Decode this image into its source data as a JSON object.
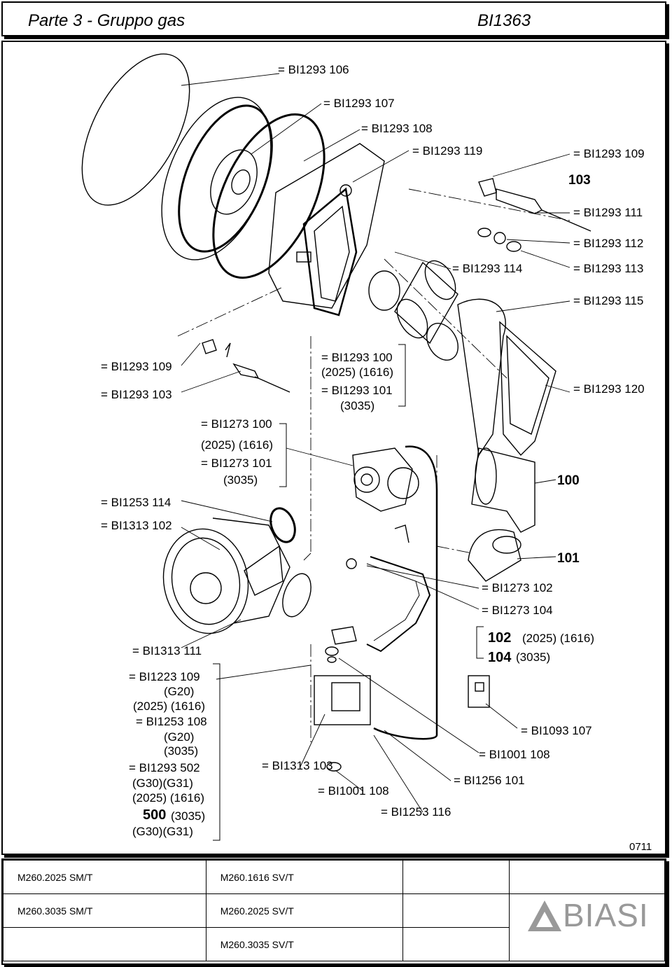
{
  "header": {
    "title": "Parte 3 - Gruppo gas",
    "code": "BI1363"
  },
  "labels": {
    "l1": "= BI1293 106",
    "l2": "= BI1293 107",
    "l3": "= BI1293 108",
    "l4": "= BI1293 119",
    "l5": "= BI1293 109",
    "l6": "103",
    "l7": "= BI1293 111",
    "l8": "= BI1293 112",
    "l9": "= BI1293 114",
    "l10": "= BI1293 113",
    "l11": "= BI1293 115",
    "l12": "= BI1293 109",
    "l13": "= BI1293 103",
    "l14": "= BI1293 100",
    "l15": "(2025) (1616)",
    "l16": "= BI1293 101",
    "l17": "(3035)",
    "l18": "= BI1293 120",
    "l19": "= BI1273 100",
    "l20": "(2025) (1616)",
    "l21": "= BI1273 101",
    "l22": "(3035)",
    "l23": "100",
    "l24": "= BI1253 114",
    "l25": "= BI1313 102",
    "l26": "101",
    "l27": "= BI1273 102",
    "l28": "= BI1273 104",
    "l29": "= BI1313 111",
    "l30": "102",
    "l31": "(2025) (1616)",
    "l32": "104",
    "l33": "(3035)",
    "l34": "= BI1223 109",
    "l35": "(G20)",
    "l36": "(2025) (1616)",
    "l37": "= BI1253 108",
    "l38": "(G20)",
    "l39": "(3035)",
    "l40": "= BI1093 107",
    "l41": "= BI1001 108",
    "l42": "= BI1293 502",
    "l43": "= BI1313 103",
    "l44": "(G30)(G31)",
    "l45": "= BI1256 101",
    "l46": "(2025) (1616)",
    "l47": "= BI1001 108",
    "l48": "500",
    "l49": "(3035)",
    "l50": "= BI1253 116",
    "l51": "(G30)(G31)",
    "l52": "0711"
  },
  "footer": {
    "rows": [
      [
        "M260.2025 SM/T",
        "M260.1616 SV/T",
        "",
        ""
      ],
      [
        "M260.3035 SM/T",
        "M260.2025 SV/T",
        "",
        ""
      ],
      [
        "",
        "M260.3035 SV/T",
        "",
        ""
      ]
    ],
    "brand": "BIASI"
  }
}
